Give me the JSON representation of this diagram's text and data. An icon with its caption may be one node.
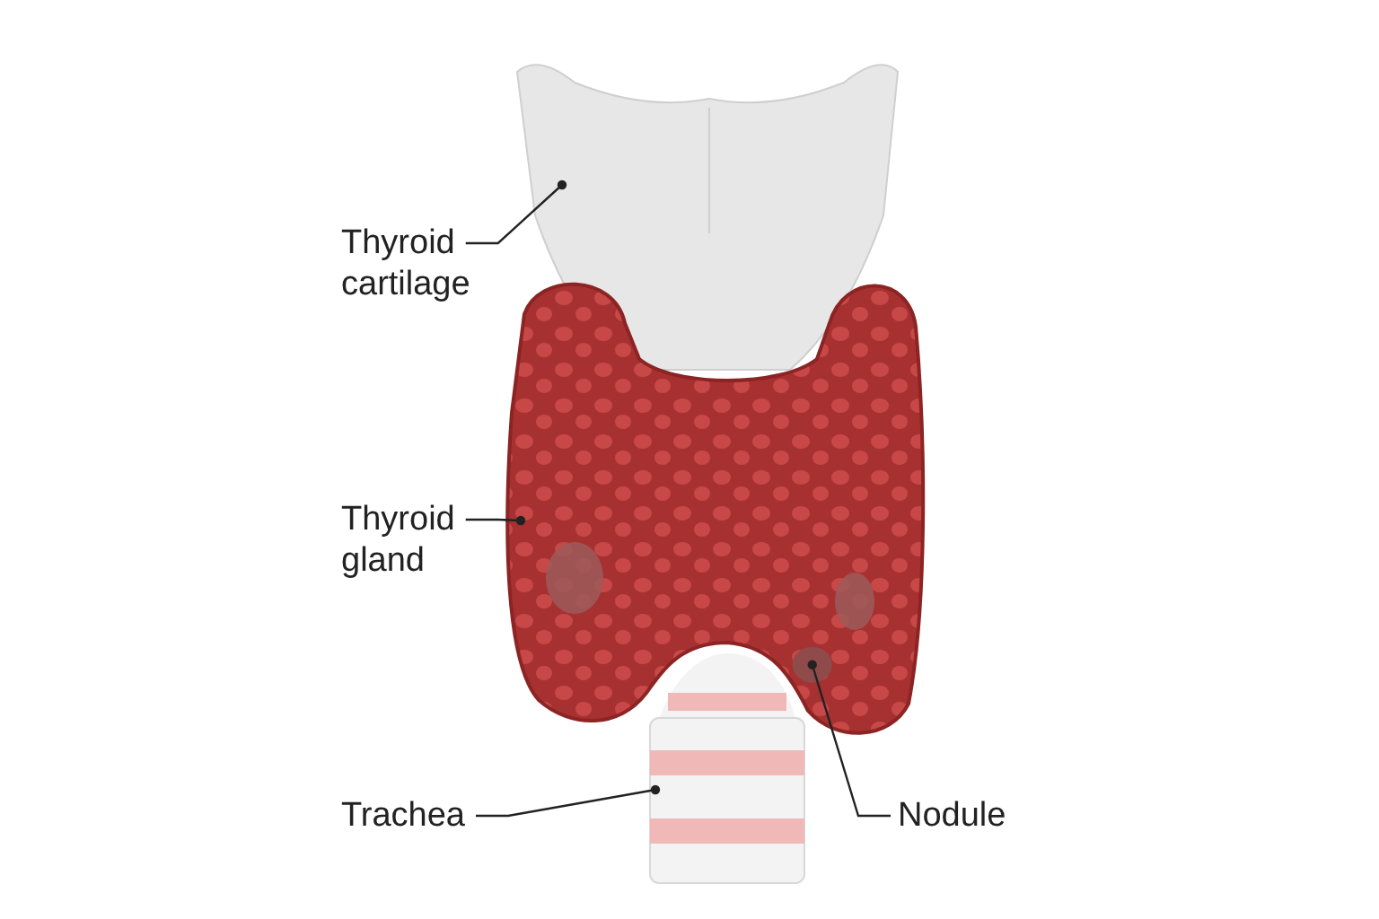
{
  "diagram": {
    "nodes": [
      {
        "text": [
          "Thyroid cartilage"
        ]
      },
      {
        "text": [],
        "shape": "picture"
      },
      {
        "text": [
          "Thyroid gland"
        ]
      },
      {
        "text": [],
        "shape": "picture"
      },
      {
        "text": [
          "Trachea"
        ]
      },
      {
        "text": [],
        "shape": "picture"
      },
      {
        "text": [
          "Nodule"
        ]
      },
      {
        "text": [],
        "shape": "circle",
        "in": 3
      }
    ],
    "edges": [
      {
        "from": 0,
        "to": 1,
        "arrow": "other"
      },
      {
        "from": 2,
        "to": 3,
        "arrow": "other"
      },
      {
        "from": 4,
        "to": 5,
        "arrow": "other"
      },
      {
        "from": 6,
        "to": 7,
        "arrow": "other"
      }
    ]
  }
}
